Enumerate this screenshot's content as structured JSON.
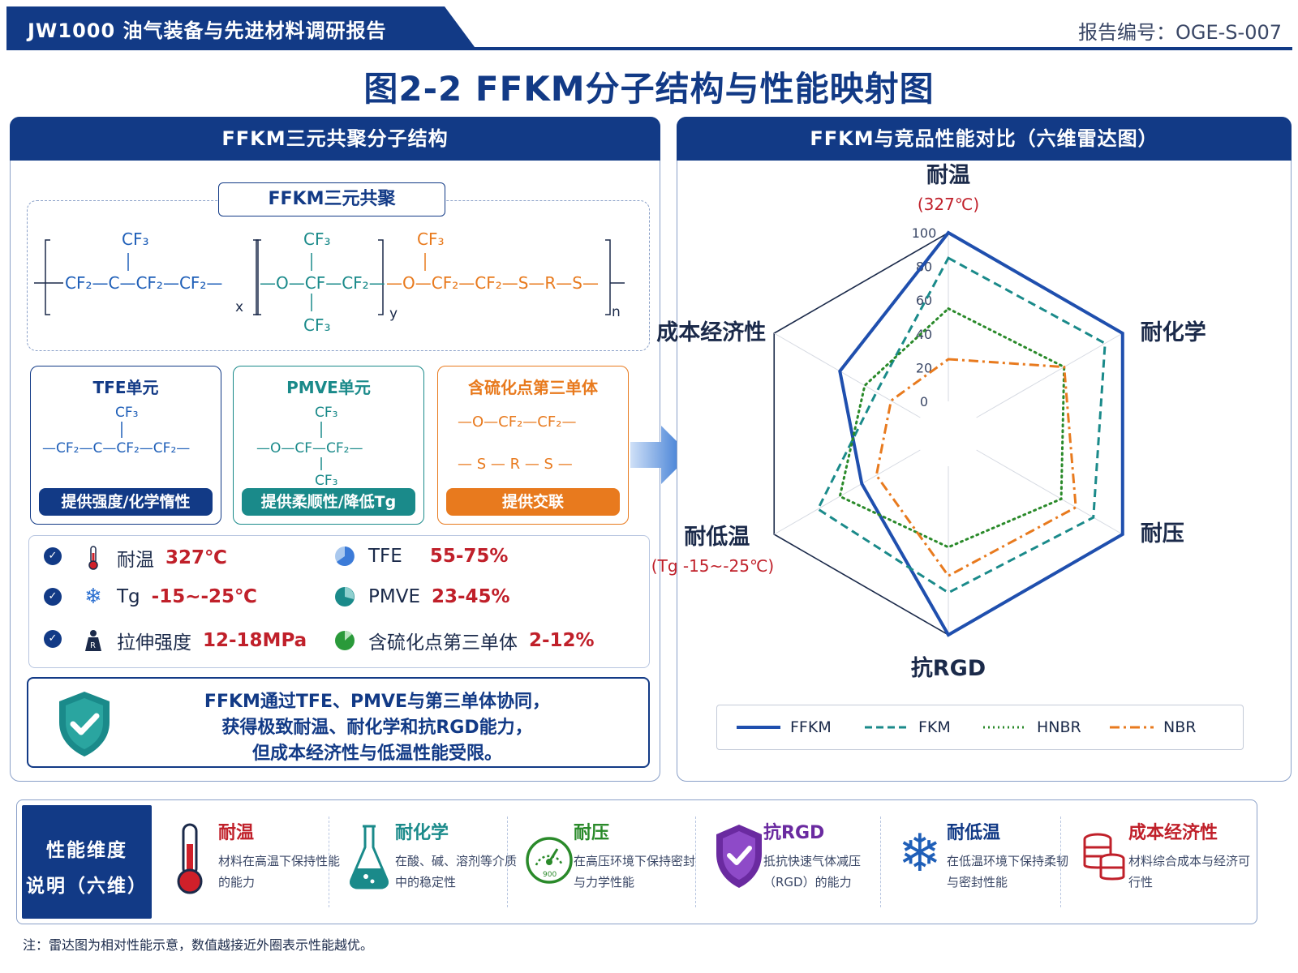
{
  "header": {
    "title": "JW1000 油气装备与先进材料调研报告",
    "report_no": "报告编号：OGE-S-007"
  },
  "figure_title": "图2-2  FFKM分子结构与性能映射图",
  "left": {
    "panel_title": "FFKM三元共聚分子结构",
    "formula_label": "FFKM三元共聚",
    "units": [
      {
        "title": "TFE单元",
        "pill": "提供强度/化学惰性",
        "color": "#123a86"
      },
      {
        "title": "PMVE单元",
        "pill": "提供柔顺性/降低Tg",
        "color": "#1a8a8a"
      },
      {
        "title": "含硫化点第三单体",
        "pill": "提供交联",
        "color": "#e87a1e"
      }
    ],
    "props": [
      {
        "label": "耐温",
        "value": "327℃",
        "icon": "thermometer-icon"
      },
      {
        "label": "Tg",
        "value": "-15~-25℃",
        "icon": "snowflake-icon"
      },
      {
        "label": "拉伸强度",
        "value": "12-18MPa",
        "icon": "weight-icon"
      }
    ],
    "composition": [
      {
        "label": "TFE",
        "value": "55-75%",
        "color": "#3c7bd8"
      },
      {
        "label": "PMVE",
        "value": "23-45%",
        "color": "#1a8a8a"
      },
      {
        "label": "含硫化点第三单体",
        "value": "2-12%",
        "color": "#2a9a3a"
      }
    ],
    "summary": [
      "FFKM通过TFE、PMVE与第三单体协同，",
      "获得极致耐温、耐化学和抗RGD能力，",
      "但成本经济性与低温性能受限。"
    ]
  },
  "right": {
    "panel_title": "FFKM与竞品性能对比（六维雷达图）"
  },
  "chart_data": {
    "type": "radar",
    "axes": [
      {
        "label": "耐温",
        "sub": "(327℃)"
      },
      {
        "label": "耐化学",
        "sub": ""
      },
      {
        "label": "耐压",
        "sub": ""
      },
      {
        "label": "抗RGD",
        "sub": ""
      },
      {
        "label": "耐低温",
        "sub": "(Tg -15~-25℃)"
      },
      {
        "label": "成本经济性",
        "sub": ""
      }
    ],
    "ticks": [
      "0",
      "20",
      "40",
      "60",
      "80",
      "100"
    ],
    "range": [
      0,
      100
    ],
    "series": [
      {
        "name": "FFKM",
        "values": [
          100,
          100,
          100,
          100,
          40,
          55
        ],
        "color": "#1f4fae",
        "dash": "solid"
      },
      {
        "name": "FKM",
        "values": [
          85,
          88,
          80,
          75,
          70,
          30
        ],
        "color": "#1a8a8a",
        "dash": "dashed"
      },
      {
        "name": "HNBR",
        "values": [
          55,
          60,
          58,
          48,
          55,
          38
        ],
        "color": "#2a8a2a",
        "dash": "dotted"
      },
      {
        "name": "NBR",
        "values": [
          25,
          60,
          68,
          65,
          30,
          20
        ],
        "color": "#e87a1e",
        "dash": "dashdot"
      }
    ],
    "grid": true,
    "legend": "bottom"
  },
  "bottom": {
    "head": [
      "性能维度",
      "说明（六维）"
    ],
    "dims": [
      {
        "title": "耐温",
        "desc": "材料在高温下保持性能的能力",
        "color": "#c0202a",
        "icon": "thermometer-icon"
      },
      {
        "title": "耐化学",
        "desc": "在酸、碱、溶剂等介质中的稳定性",
        "color": "#1a8a8a",
        "icon": "flask-icon"
      },
      {
        "title": "耐压",
        "desc": "在高压环境下保持密封与力学性能",
        "color": "#2a8a2a",
        "icon": "gauge-icon"
      },
      {
        "title": "抗RGD",
        "desc": "抵抗快速气体减压（RGD）的能力",
        "color": "#6a2aa0",
        "icon": "shield-icon"
      },
      {
        "title": "耐低温",
        "desc": "在低温环境下保持柔韧与密封性能",
        "color": "#123a86",
        "icon": "snowflake-icon"
      },
      {
        "title": "成本经济性",
        "desc": "材料综合成本与经济可行性",
        "color": "#c0202a",
        "icon": "coins-icon"
      }
    ],
    "gauge_text": "900"
  },
  "footnote": "注：雷达图为相对性能示意，数值越接近外圈表示性能越优。"
}
